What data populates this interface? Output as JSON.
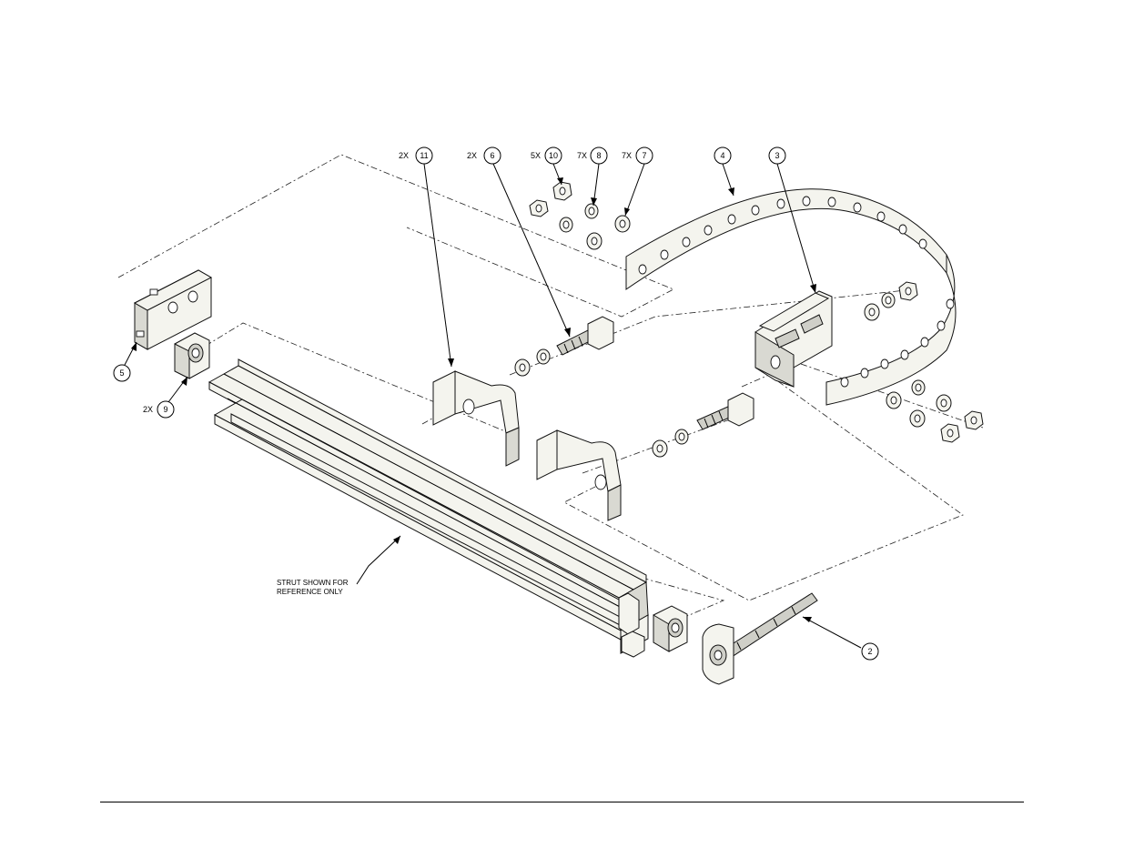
{
  "callouts": [
    {
      "id": "11",
      "label": "11",
      "qty": "2X"
    },
    {
      "id": "6",
      "label": "6",
      "qty": "2X"
    },
    {
      "id": "10",
      "label": "10",
      "qty": "5X"
    },
    {
      "id": "8",
      "label": "8",
      "qty": "7X"
    },
    {
      "id": "7",
      "label": "7",
      "qty": "7X"
    },
    {
      "id": "4",
      "label": "4",
      "qty": ""
    },
    {
      "id": "3",
      "label": "3",
      "qty": ""
    },
    {
      "id": "5",
      "label": "5",
      "qty": ""
    },
    {
      "id": "9",
      "label": "9",
      "qty": "2X"
    },
    {
      "id": "2",
      "label": "2",
      "qty": ""
    }
  ],
  "note": {
    "line1": "STRUT SHOWN FOR",
    "line2": "REFERENCE ONLY"
  }
}
